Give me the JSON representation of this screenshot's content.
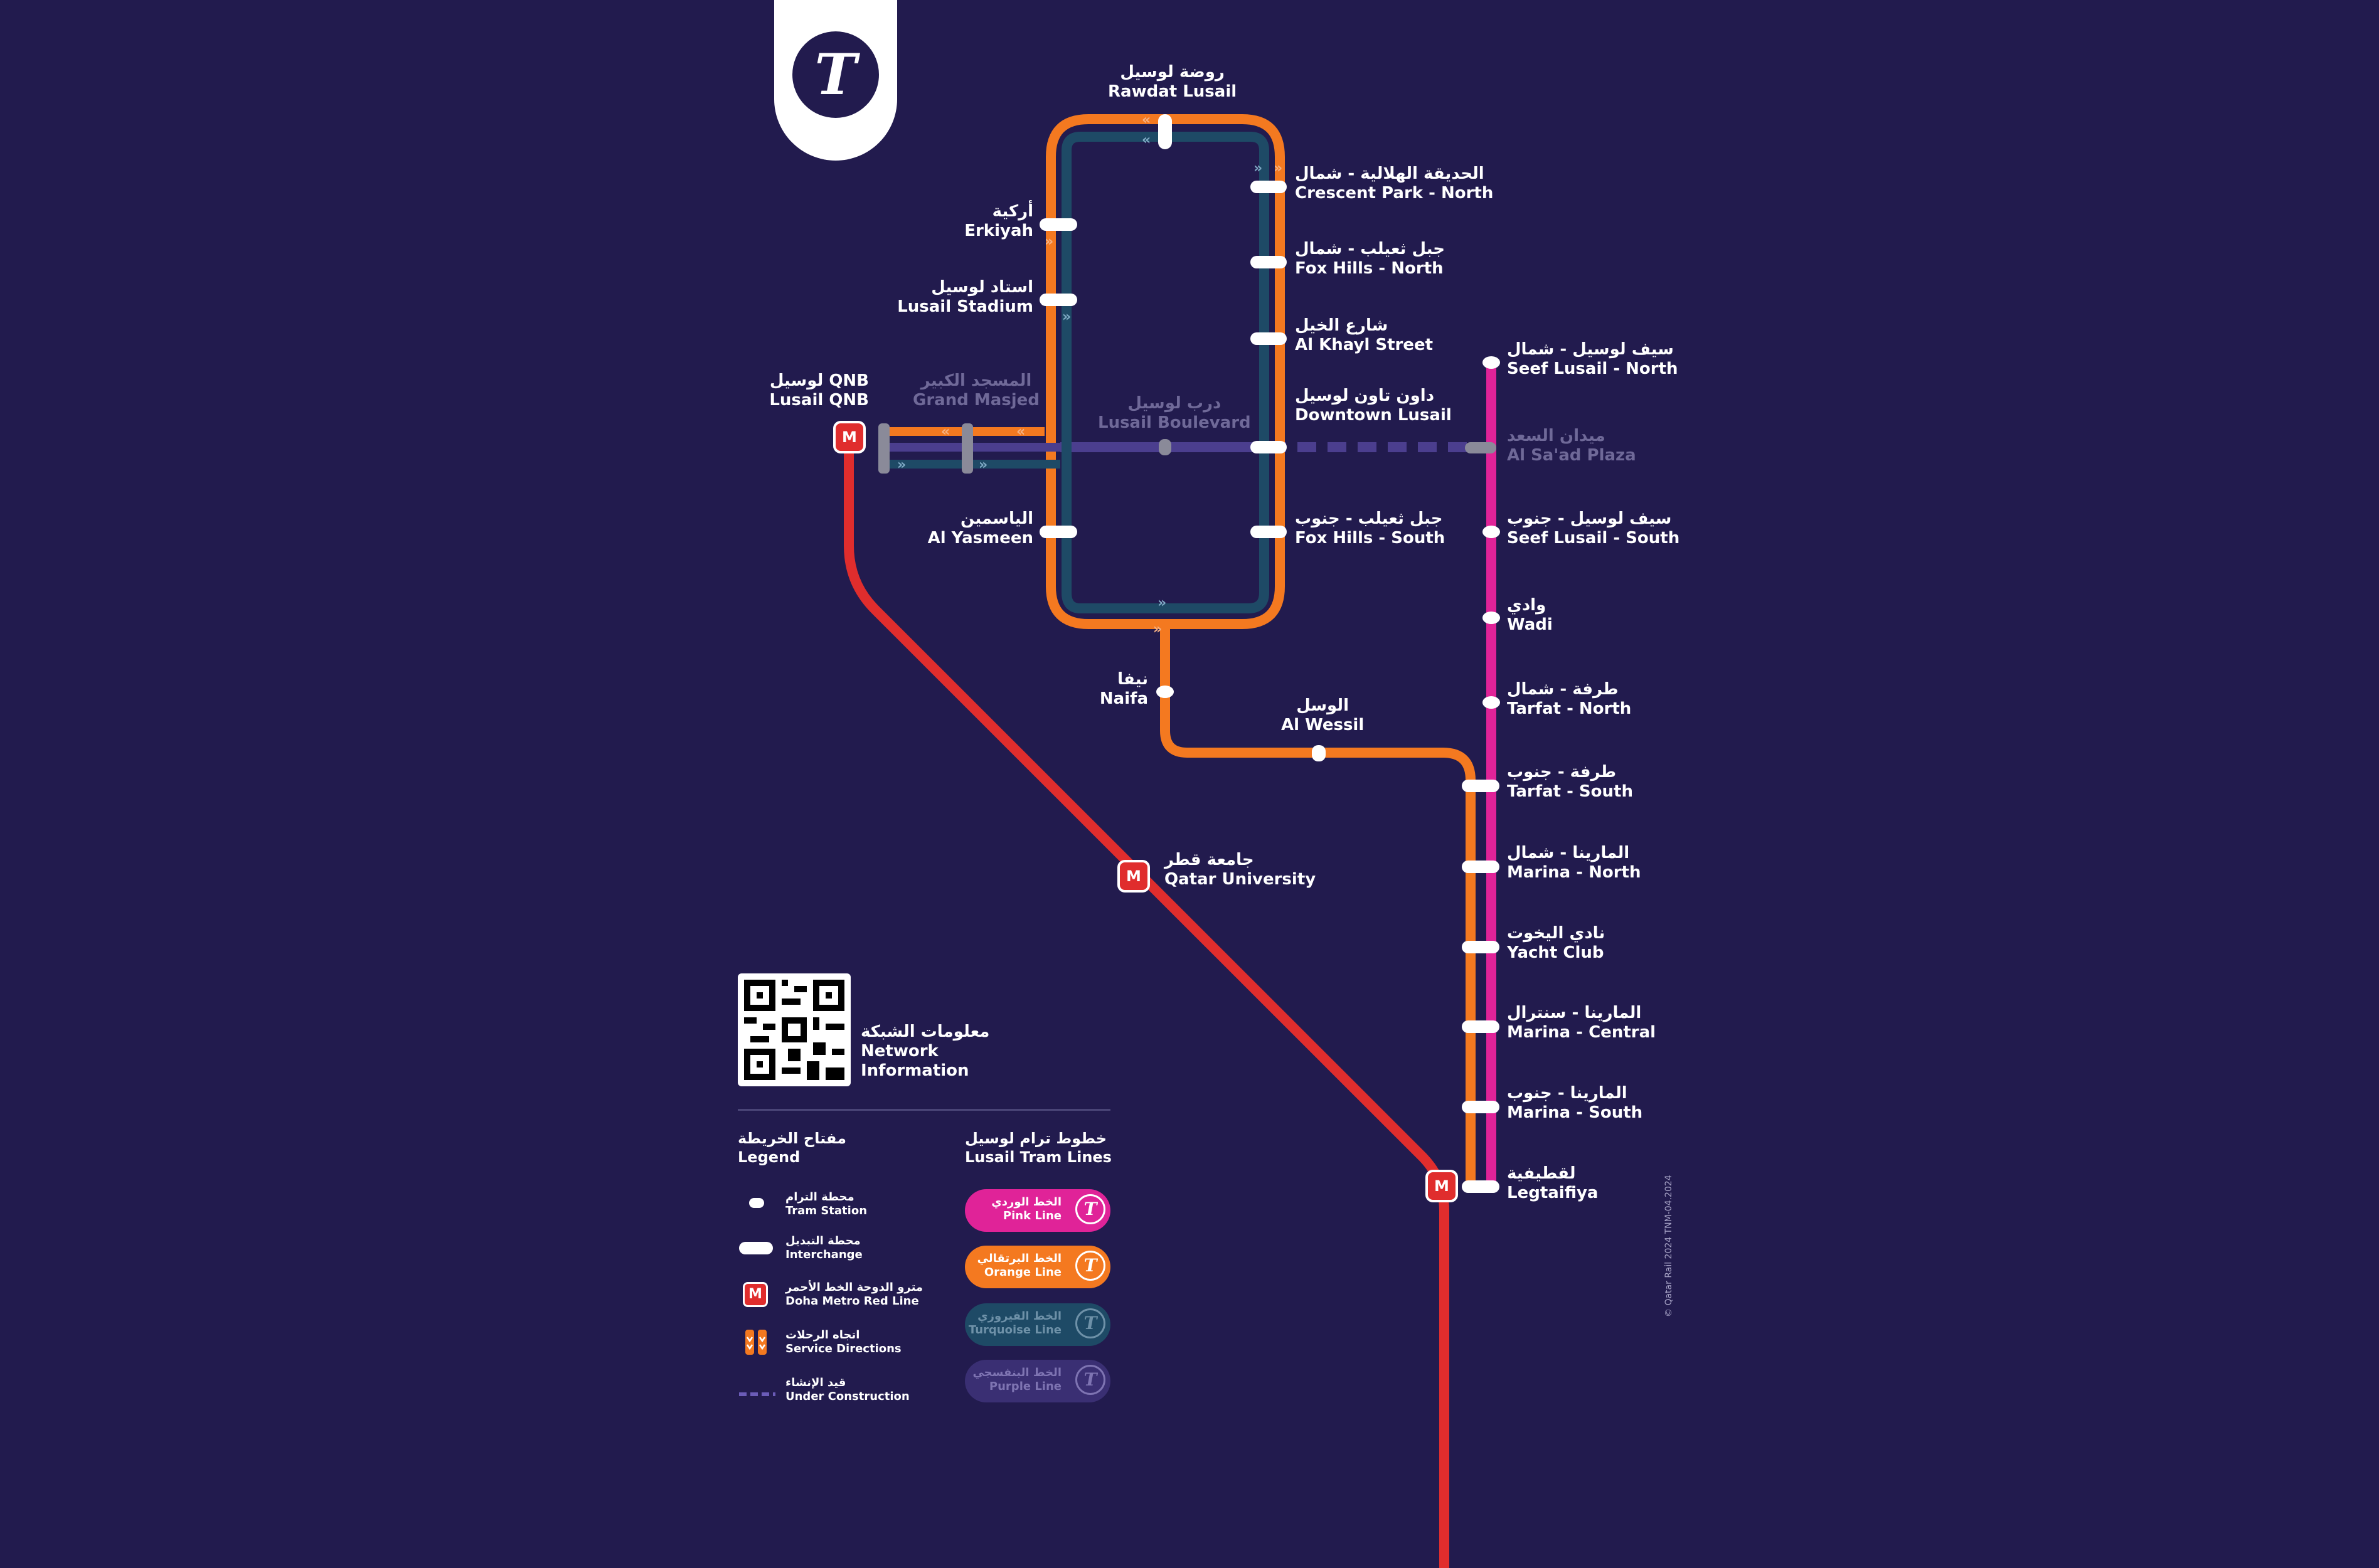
{
  "colors": {
    "background": "#221B4E",
    "pink": "#E02398",
    "orange": "#F47920",
    "turquoise": "#1E4A66",
    "purple": "#4B3E8E",
    "red": "#E02D2D",
    "dim_text": "#6F6998"
  },
  "logo": {
    "icon": "lusail-tram-logo-icon",
    "glyph": "T"
  },
  "stations": {
    "rawdat": {
      "ar": "روضة لوسيل",
      "en": "Rawdat Lusail"
    },
    "crescent": {
      "ar": "الحديقة الهلالية - شمال",
      "en": "Crescent Park - North"
    },
    "erkiyah": {
      "ar": "أركية",
      "en": "Erkiyah"
    },
    "foxnorth": {
      "ar": "جبل ثعيلب - شمال",
      "en": "Fox Hills - North"
    },
    "stadium": {
      "ar": "استاد لوسيل",
      "en": "Lusail Stadium"
    },
    "alkhayl": {
      "ar": "شارع الخيل",
      "en": "Al Khayl Street"
    },
    "seefnorth": {
      "ar": "سيف لوسيل - شمال",
      "en": "Seef Lusail - North"
    },
    "qnb": {
      "ar": "لوسيل QNB",
      "en": "Lusail QNB"
    },
    "grandmasjed": {
      "ar": "المسجد الكبير",
      "en": "Grand Masjed"
    },
    "boulevard": {
      "ar": "درب لوسيل",
      "en": "Lusail Boulevard"
    },
    "downtown": {
      "ar": "داون تاون لوسيل",
      "en": "Downtown Lusail"
    },
    "saad": {
      "ar": "ميدان السعد",
      "en": "Al Sa'ad Plaza"
    },
    "yasmeen": {
      "ar": "الياسمين",
      "en": "Al Yasmeen"
    },
    "foxsouth": {
      "ar": "جبل ثعيلب - جنوب",
      "en": "Fox Hills - South"
    },
    "seefsouth": {
      "ar": "سيف لوسيل - جنوب",
      "en": "Seef Lusail - South"
    },
    "wadi": {
      "ar": "وادي",
      "en": "Wadi"
    },
    "naifa": {
      "ar": "نيفا",
      "en": "Naifa"
    },
    "wessil": {
      "ar": "الوسل",
      "en": "Al Wessil"
    },
    "tarfatn": {
      "ar": "طرفة - شمال",
      "en": "Tarfat - North"
    },
    "tarfats": {
      "ar": "طرفة - جنوب",
      "en": "Tarfat - South"
    },
    "qu": {
      "ar": "جامعة قطر",
      "en": "Qatar University"
    },
    "marinan": {
      "ar": "المارينا - شمال",
      "en": "Marina - North"
    },
    "yacht": {
      "ar": "نادي اليخوت",
      "en": "Yacht Club"
    },
    "marinac": {
      "ar": "المارينا - سنترال",
      "en": "Marina - Central"
    },
    "marinas": {
      "ar": "المارينا - جنوب",
      "en": "Marina - South"
    },
    "legtaifiya": {
      "ar": "لقطيفية",
      "en": "Legtaifiya"
    }
  },
  "network_info": {
    "ar": "معلومات الشبكة",
    "en1": "Network",
    "en2": "Information"
  },
  "legend": {
    "title_ar": "مفتاح الخريطة",
    "title_en": "Legend",
    "items": [
      {
        "ar": "محطة الترام",
        "en": "Tram Station",
        "icon": "tram-station-icon"
      },
      {
        "ar": "محطة التبديل",
        "en": "Interchange",
        "icon": "interchange-icon"
      },
      {
        "ar": "مترو الدوحة الخط الأحمر",
        "en": "Doha Metro Red Line",
        "icon": "metro-icon"
      },
      {
        "ar": "اتجاه الرحلات",
        "en": "Service Directions",
        "icon": "direction-arrows-icon"
      },
      {
        "ar": "قيد الإنشاء",
        "en": "Under Construction",
        "icon": "dashed-line-icon"
      }
    ]
  },
  "tram_lines": {
    "title_ar": "خطوط ترام لوسيل",
    "title_en": "Lusail Tram Lines",
    "lines": [
      {
        "ar": "الخط الوردي",
        "en": "Pink Line",
        "color": "#E02398"
      },
      {
        "ar": "الخط البرتقالي",
        "en": "Orange Line",
        "color": "#F47920"
      },
      {
        "ar": "الخط الفيروزي",
        "en": "Turquoise Line",
        "color": "#1E4A66"
      },
      {
        "ar": "الخط البنفسجي",
        "en": "Purple Line",
        "color": "#4B3E8E"
      }
    ]
  },
  "metro_glyph": "M",
  "copyright": "© Qatar Rail 2024    TNM-04.2024"
}
